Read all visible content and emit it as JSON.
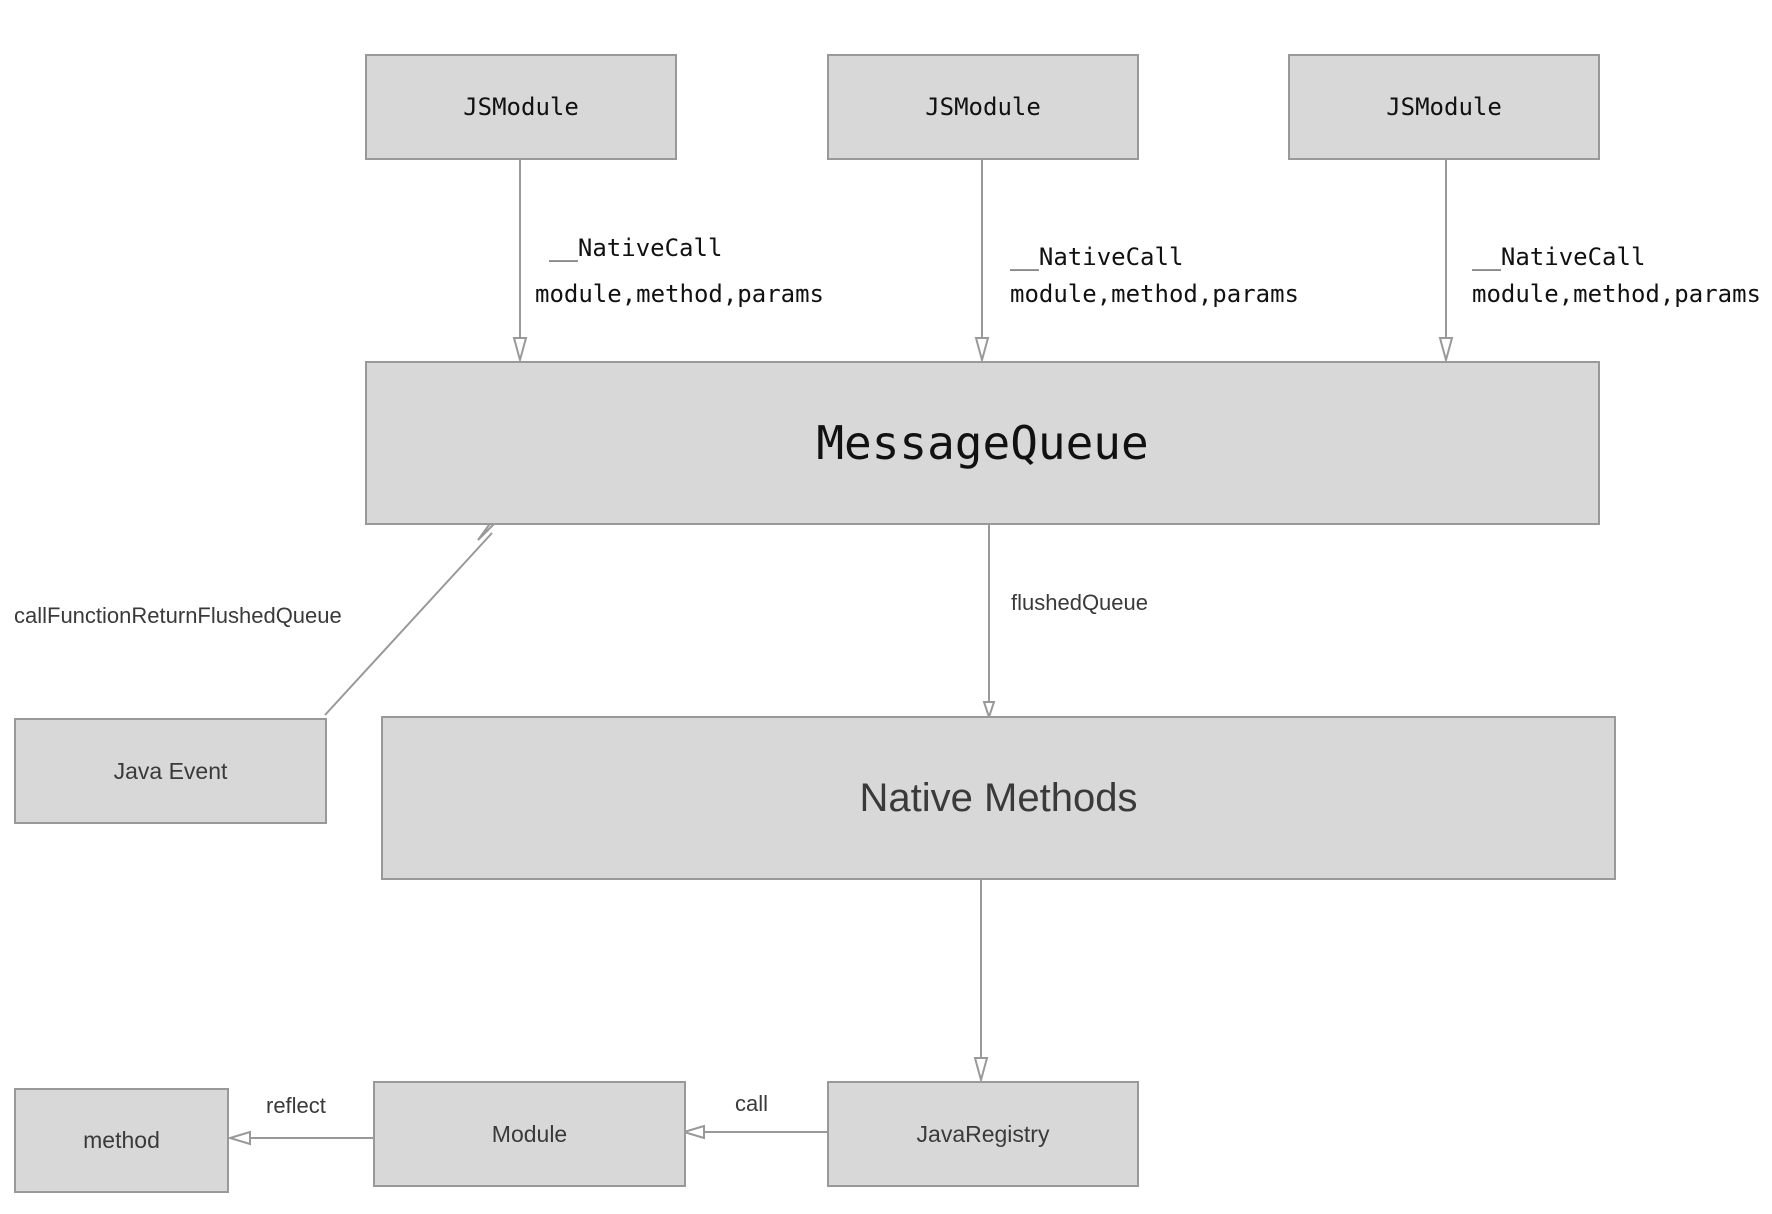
{
  "nodes": {
    "jsmodule_1": "JSModule",
    "jsmodule_2": "JSModule",
    "jsmodule_3": "JSModule",
    "message_queue": "MessageQueue",
    "java_event": "Java Event",
    "native_methods": "Native Methods",
    "java_registry": "JavaRegistry",
    "module": "Module",
    "method": "method"
  },
  "edges": {
    "native_call_1": {
      "name": "__NativeCall",
      "args": "module,method,params"
    },
    "native_call_2": {
      "name": "__NativeCall",
      "args": "module,method,params"
    },
    "native_call_3": {
      "name": "__NativeCall",
      "args": "module,method,params"
    },
    "call_function_return": "callFunctionReturnFlushedQueue",
    "flushed_queue": "flushedQueue",
    "call": "call",
    "reflect": "reflect"
  },
  "colors": {
    "node_fill": "#d8d8d8",
    "node_border": "#999999",
    "edge_stroke": "#999999"
  }
}
